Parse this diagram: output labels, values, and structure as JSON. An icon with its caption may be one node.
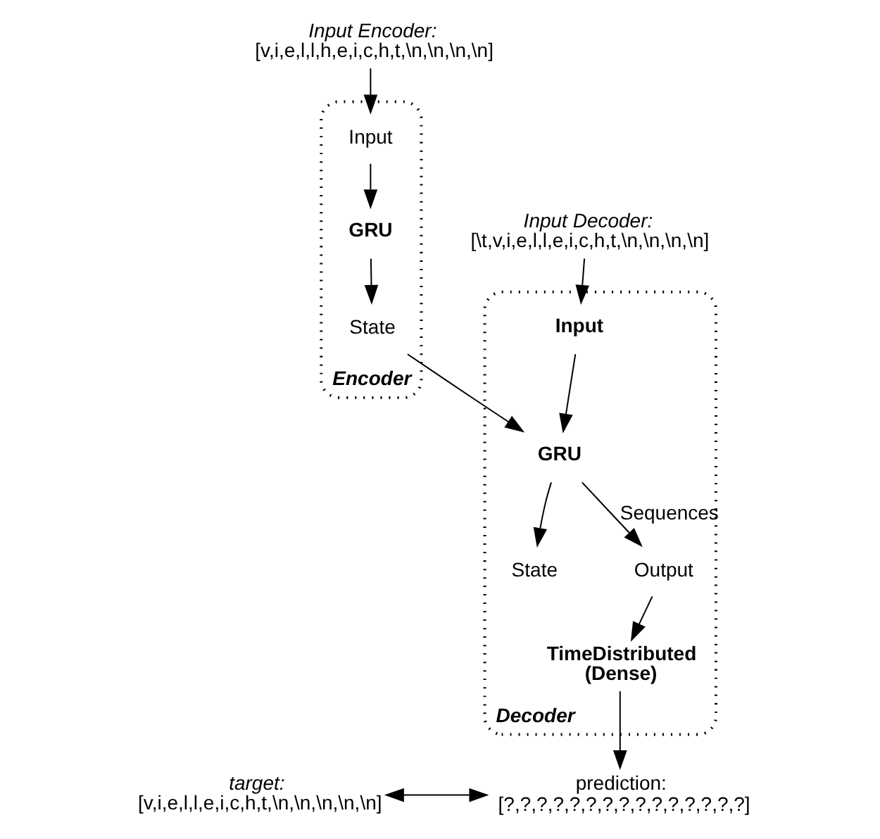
{
  "diagram": {
    "nodes": [
      {
        "text": [
          "Input Encoder:",
          "[v,i,e,l,l,h,e,i,c,h,t,\\n,\\n,\\n,\\n]"
        ]
      },
      {
        "text": [
          "Encoder"
        ]
      },
      {
        "text": [
          "Input"
        ],
        "in": 1
      },
      {
        "text": [
          "GRU"
        ],
        "in": 1
      },
      {
        "text": [
          "State"
        ],
        "in": 1
      },
      {
        "text": [
          "Input Decoder:",
          "[\\t,v,i,e,l,l,e,i,c,h,t,\\n,\\n,\\n,\\n]"
        ]
      },
      {
        "text": [
          "Decoder"
        ]
      },
      {
        "text": [
          "Input"
        ],
        "in": 6
      },
      {
        "text": [
          "GRU"
        ],
        "in": 6
      },
      {
        "text": [
          "State"
        ],
        "in": 6
      },
      {
        "text": [
          "Output"
        ],
        "in": 6
      },
      {
        "text": [
          "TimeDistributed (Dense)"
        ],
        "in": 6
      },
      {
        "text": [
          "target:",
          "[v,i,e,l,l,e,i,c,h,t,\\n,\\n,\\n,\\n,\\n]"
        ]
      },
      {
        "text": [
          "prediction:",
          "[?,?,?,?,?,?,?,?,?,?,?,?,?,?,?]"
        ]
      }
    ],
    "edges": [
      {
        "from": 0,
        "to": 2,
        "arrow": "to"
      },
      {
        "from": 2,
        "to": 3,
        "arrow": "to"
      },
      {
        "from": 3,
        "to": 4,
        "arrow": "to"
      },
      {
        "from": 4,
        "to": 8,
        "arrow": "to"
      },
      {
        "from": 5,
        "to": 7,
        "arrow": "to"
      },
      {
        "from": 7,
        "to": 8,
        "arrow": "to"
      },
      {
        "from": 8,
        "to": 9,
        "arrow": "to"
      },
      {
        "from": 8,
        "to": 10,
        "arrow": "to",
        "label": "Sequences"
      },
      {
        "from": 10,
        "to": 11,
        "arrow": "to"
      },
      {
        "from": 11,
        "to": 13,
        "arrow": "to"
      },
      {
        "from": 12,
        "to": 13,
        "arrow": "both"
      }
    ]
  }
}
